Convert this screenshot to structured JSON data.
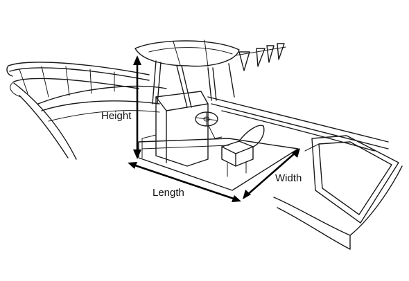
{
  "labels": {
    "height": "Height",
    "length": "Length",
    "width": "Width"
  },
  "colors": {
    "line": "#1a1a1a",
    "dimension": "#000000",
    "background": "#ffffff"
  }
}
